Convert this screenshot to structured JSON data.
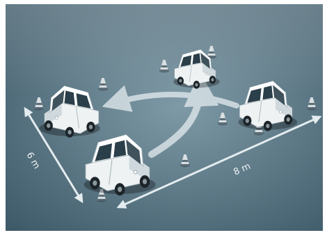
{
  "illustration": {
    "colors": {
      "ground_light": "#7f9aa7",
      "ground_dark": "#3f5a68",
      "arrow": "#e4ecef",
      "car_body": "#eef2f3",
      "car_roof": "#f8fbfc",
      "window": "#2b3f4a",
      "tire": "#1c2429",
      "cone": "#d9dfe2",
      "cone_band": "#5d6f78"
    },
    "cars": [
      {
        "name": "car-near-left",
        "icon": "small-car-icon"
      },
      {
        "name": "car-left",
        "icon": "small-car-icon"
      },
      {
        "name": "car-top",
        "icon": "small-car-icon"
      },
      {
        "name": "car-right",
        "icon": "small-car-icon"
      }
    ],
    "cones": {
      "icon": "traffic-cone-icon",
      "count": 9
    }
  },
  "dimensions": {
    "width_label": "6 m",
    "length_label": "8 m"
  }
}
